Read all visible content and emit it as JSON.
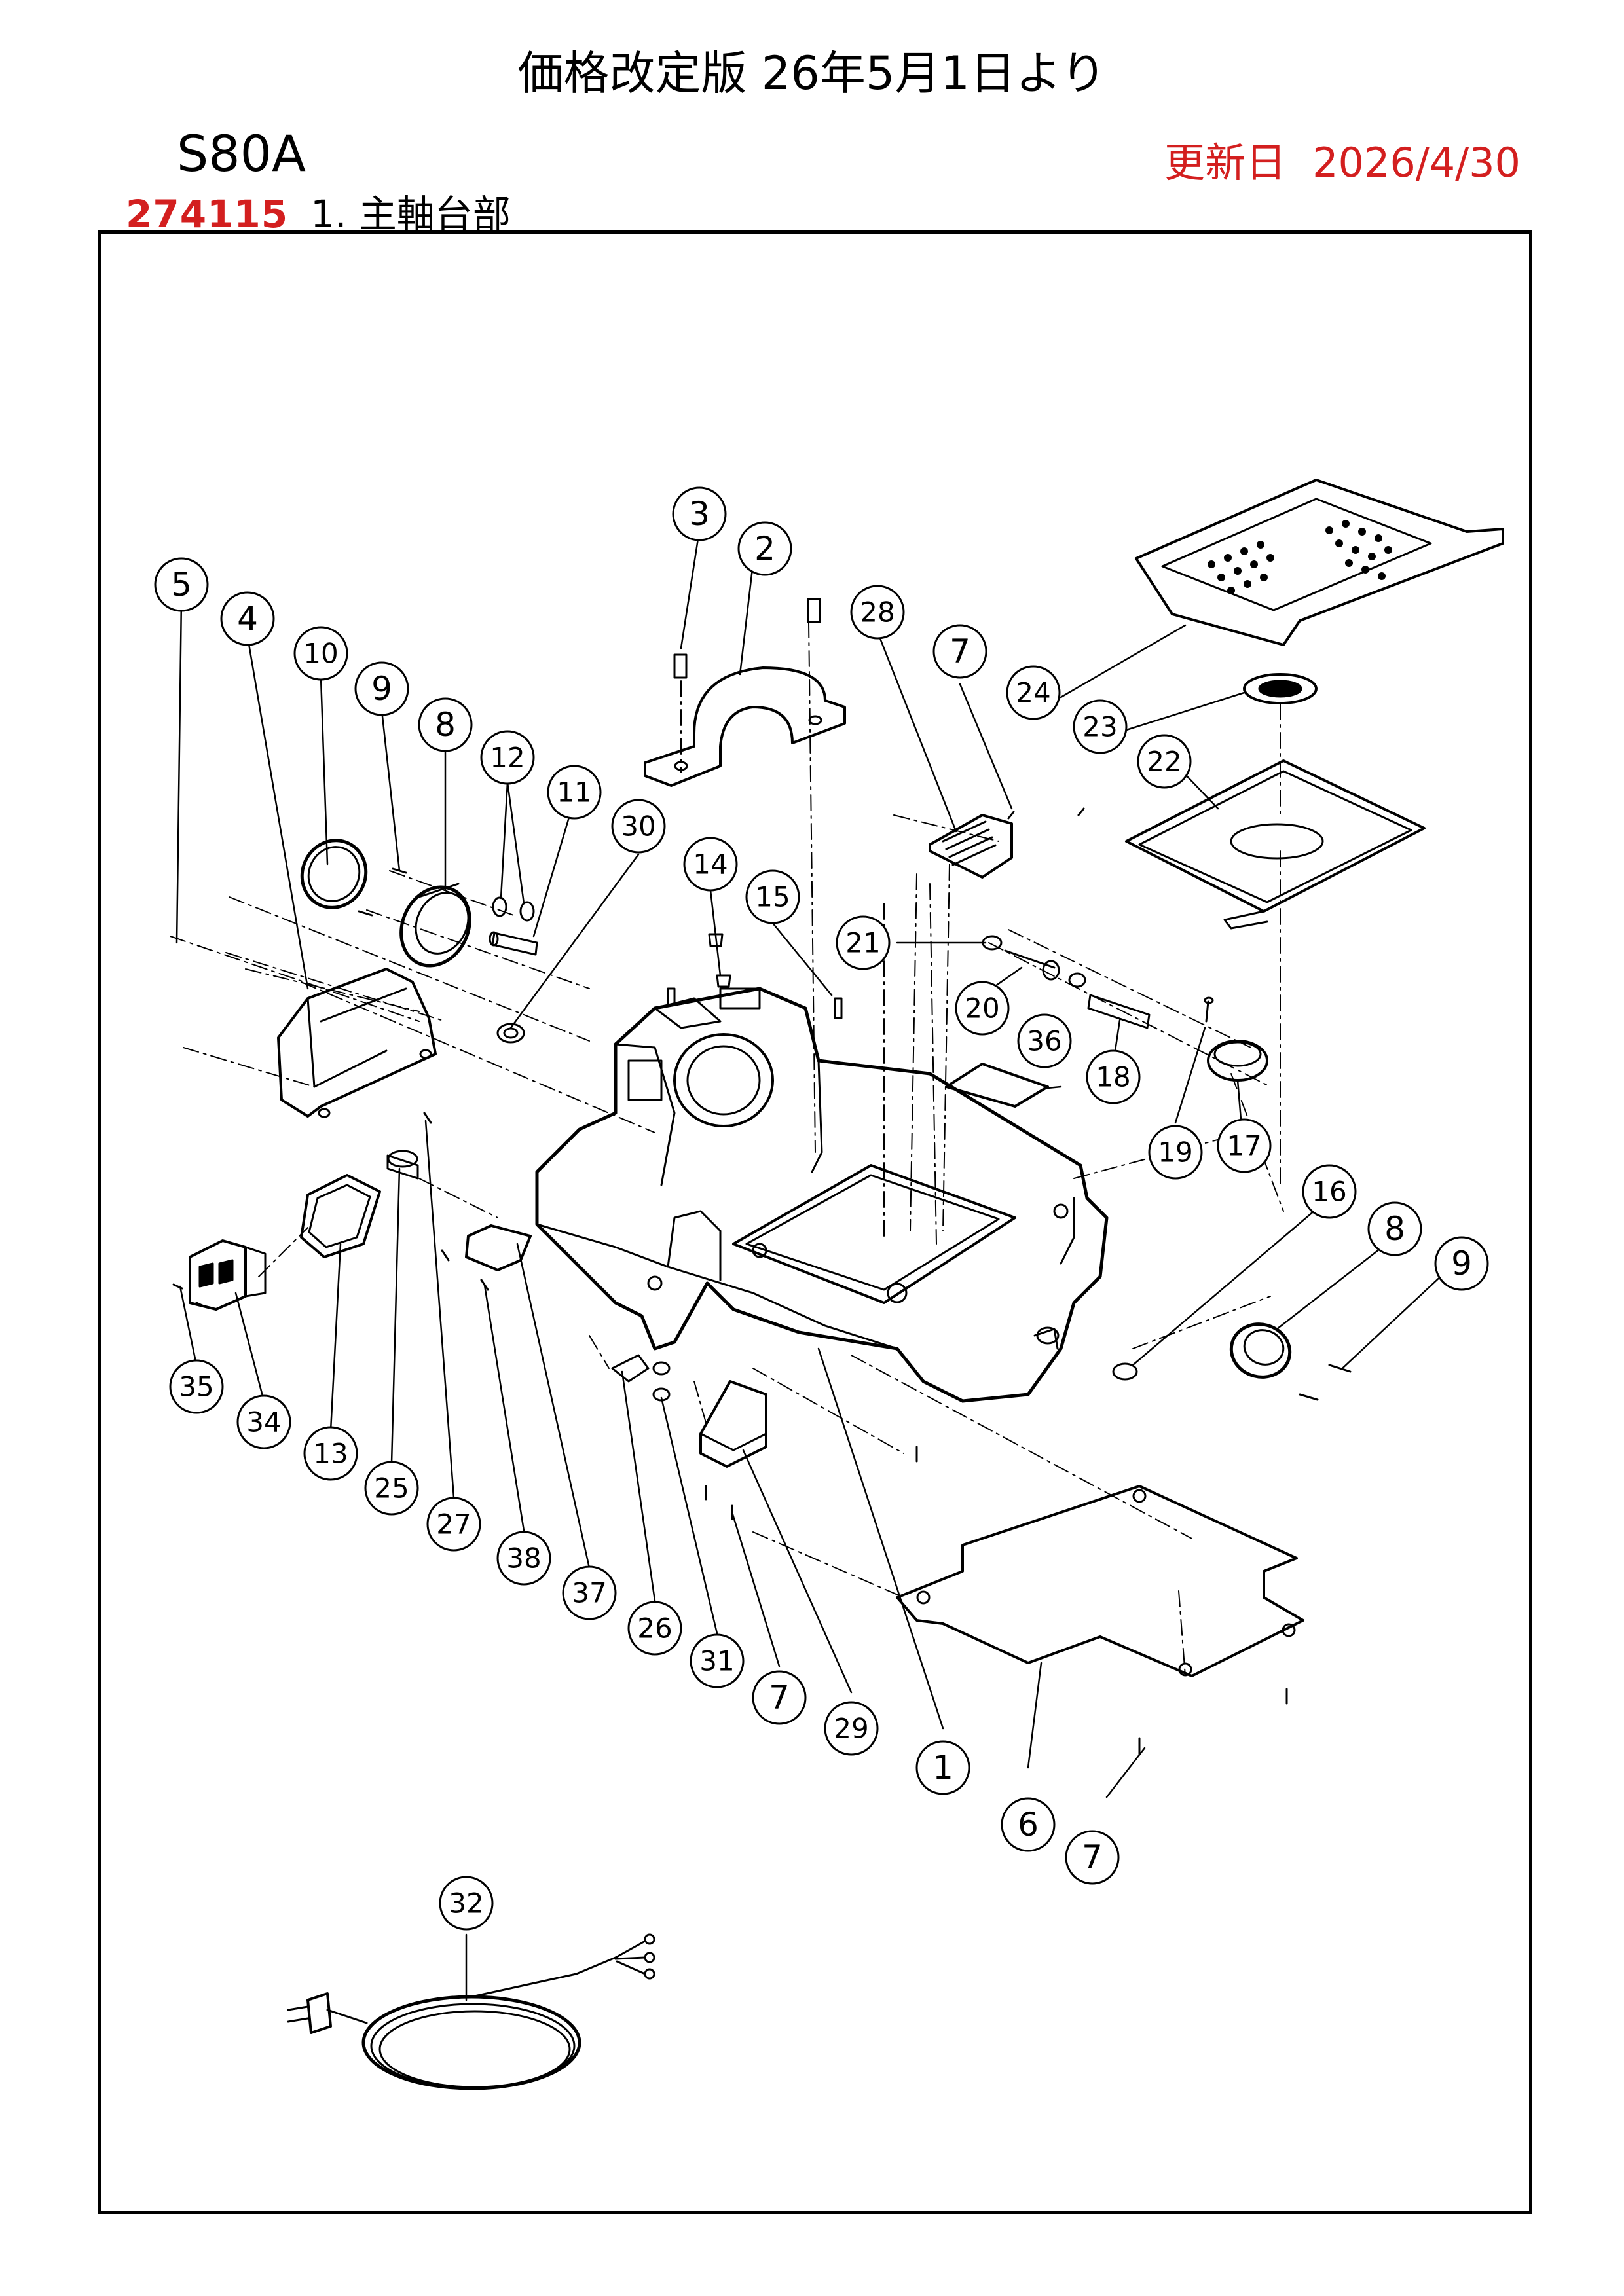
{
  "header": {
    "price_title": "価格改定版 26年5月1日より",
    "model": "S80A",
    "update_label": "更新日",
    "update_date": "2026/4/30",
    "part_code": "274115",
    "section_title": "1. 主軸台部"
  },
  "colors": {
    "accent_red": "#d31f1f",
    "line": "#000000"
  },
  "callouts": [
    {
      "id": "callout-1",
      "label": "1"
    },
    {
      "id": "callout-2",
      "label": "2"
    },
    {
      "id": "callout-3",
      "label": "3"
    },
    {
      "id": "callout-4",
      "label": "4"
    },
    {
      "id": "callout-5",
      "label": "5"
    },
    {
      "id": "callout-6",
      "label": "6"
    },
    {
      "id": "callout-7a",
      "label": "7"
    },
    {
      "id": "callout-7b",
      "label": "7"
    },
    {
      "id": "callout-7c",
      "label": "7"
    },
    {
      "id": "callout-8a",
      "label": "8"
    },
    {
      "id": "callout-8b",
      "label": "8"
    },
    {
      "id": "callout-9a",
      "label": "9"
    },
    {
      "id": "callout-9b",
      "label": "9"
    },
    {
      "id": "callout-10",
      "label": "10"
    },
    {
      "id": "callout-11",
      "label": "11"
    },
    {
      "id": "callout-12",
      "label": "12"
    },
    {
      "id": "callout-13",
      "label": "13"
    },
    {
      "id": "callout-14",
      "label": "14"
    },
    {
      "id": "callout-15",
      "label": "15"
    },
    {
      "id": "callout-16",
      "label": "16"
    },
    {
      "id": "callout-17",
      "label": "17"
    },
    {
      "id": "callout-18",
      "label": "18"
    },
    {
      "id": "callout-19",
      "label": "19"
    },
    {
      "id": "callout-20",
      "label": "20"
    },
    {
      "id": "callout-21",
      "label": "21"
    },
    {
      "id": "callout-22",
      "label": "22"
    },
    {
      "id": "callout-23",
      "label": "23"
    },
    {
      "id": "callout-24",
      "label": "24"
    },
    {
      "id": "callout-25",
      "label": "25"
    },
    {
      "id": "callout-26",
      "label": "26"
    },
    {
      "id": "callout-27",
      "label": "27"
    },
    {
      "id": "callout-28",
      "label": "28"
    },
    {
      "id": "callout-29",
      "label": "29"
    },
    {
      "id": "callout-30",
      "label": "30"
    },
    {
      "id": "callout-31",
      "label": "31"
    },
    {
      "id": "callout-32",
      "label": "32"
    },
    {
      "id": "callout-34",
      "label": "34"
    },
    {
      "id": "callout-35",
      "label": "35"
    },
    {
      "id": "callout-36",
      "label": "36"
    },
    {
      "id": "callout-37",
      "label": "37"
    },
    {
      "id": "callout-38",
      "label": "38"
    }
  ]
}
